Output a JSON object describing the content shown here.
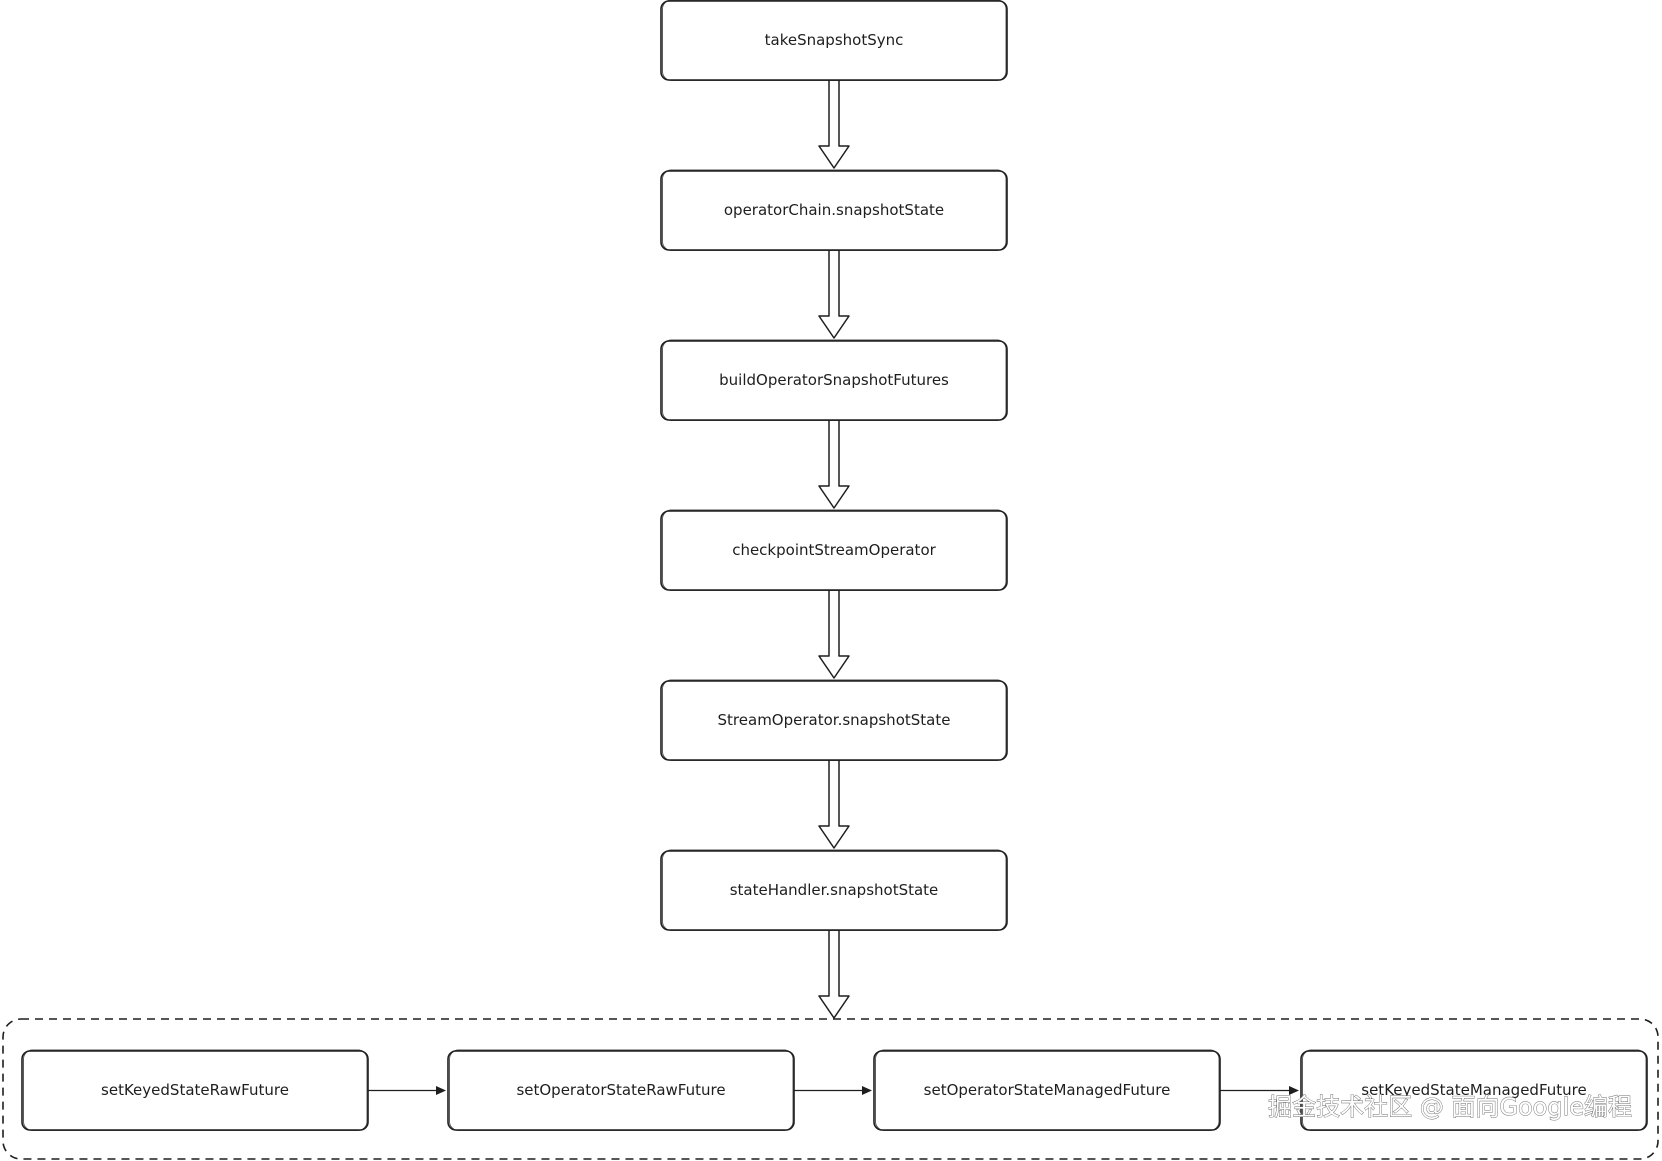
{
  "diagram": {
    "main_nodes": [
      {
        "id": "takeSnapshotSync",
        "label": "takeSnapshotSync"
      },
      {
        "id": "operatorChain-snapshotState",
        "label": "operatorChain.snapshotState"
      },
      {
        "id": "buildOperatorSnapshotFutures",
        "label": "buildOperatorSnapshotFutures"
      },
      {
        "id": "checkpointStreamOperator",
        "label": "checkpointStreamOperator"
      },
      {
        "id": "StreamOperator-snapshotState",
        "label": "StreamOperator.snapshotState"
      },
      {
        "id": "stateHandler-snapshotState",
        "label": "stateHandler.snapshotState"
      }
    ],
    "future_nodes": [
      {
        "id": "setKeyedStateRawFuture",
        "label": "setKeyedStateRawFuture"
      },
      {
        "id": "setOperatorStateRawFuture",
        "label": "setOperatorStateRawFuture"
      },
      {
        "id": "setOperatorStateManagedFuture",
        "label": "setOperatorStateManagedFuture"
      },
      {
        "id": "setKeyedStateManagedFuture",
        "label": "setKeyedStateManagedFuture"
      }
    ],
    "edges": [
      {
        "from": "takeSnapshotSync",
        "to": "operatorChain-snapshotState",
        "style": "hollow-arrow"
      },
      {
        "from": "operatorChain-snapshotState",
        "to": "buildOperatorSnapshotFutures",
        "style": "hollow-arrow"
      },
      {
        "from": "buildOperatorSnapshotFutures",
        "to": "checkpointStreamOperator",
        "style": "hollow-arrow"
      },
      {
        "from": "checkpointStreamOperator",
        "to": "StreamOperator-snapshotState",
        "style": "hollow-arrow"
      },
      {
        "from": "StreamOperator-snapshotState",
        "to": "stateHandler-snapshotState",
        "style": "hollow-arrow"
      },
      {
        "from": "stateHandler-snapshotState",
        "to": "futures-group",
        "style": "hollow-arrow"
      },
      {
        "from": "setKeyedStateRawFuture",
        "to": "setOperatorStateRawFuture",
        "style": "thin-arrow"
      },
      {
        "from": "setOperatorStateRawFuture",
        "to": "setOperatorStateManagedFuture",
        "style": "thin-arrow"
      },
      {
        "from": "setOperatorStateManagedFuture",
        "to": "setKeyedStateManagedFuture",
        "style": "thin-arrow"
      }
    ],
    "group": {
      "id": "futures-group",
      "border": "dashed"
    }
  },
  "watermark": {
    "text": "掘金技术社区 @ 面向Google编程"
  },
  "colors": {
    "stroke": "#1e1e1e",
    "background": "#ffffff",
    "watermark_outline": "#6b6b6b"
  }
}
